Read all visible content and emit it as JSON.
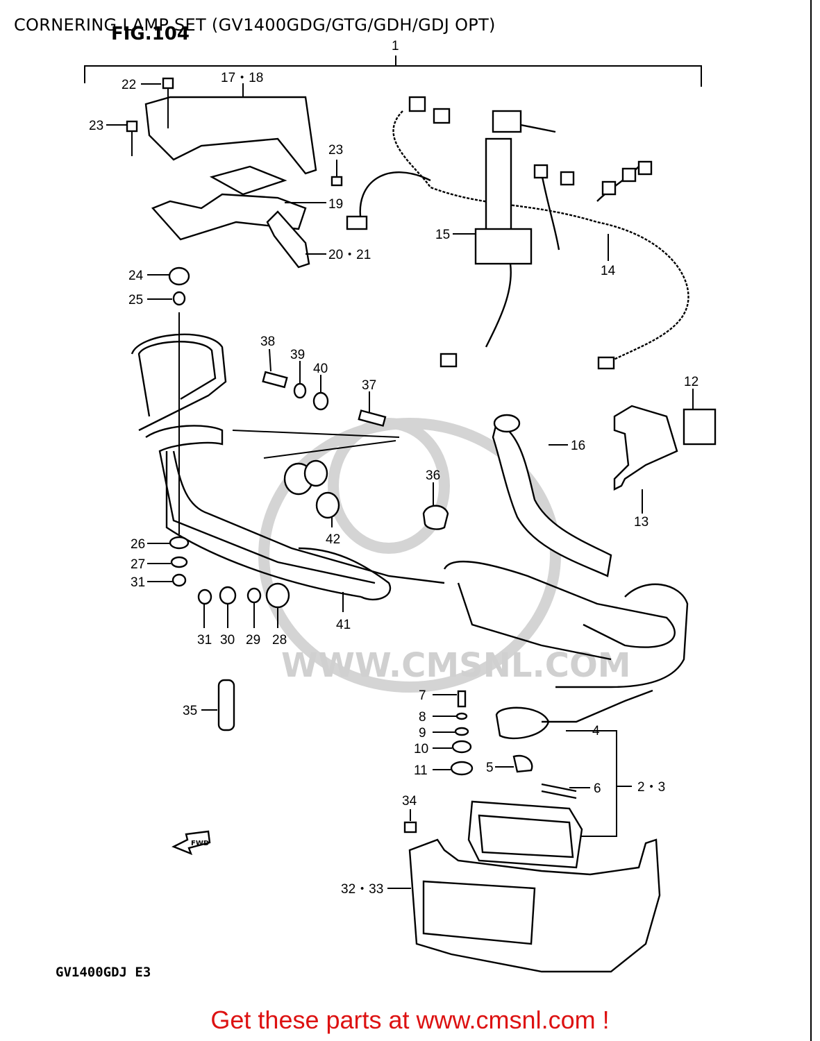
{
  "header": {
    "title": "CORNERING LAMP SET (GV1400GDG/GTG/GDH/GDJ OPT)",
    "fig_label": "FIG.104"
  },
  "callouts": {
    "c1": "1",
    "c2_3": "2・3",
    "c4": "4",
    "c5": "5",
    "c6": "6",
    "c7": "7",
    "c8": "8",
    "c9": "9",
    "c10": "10",
    "c11": "11",
    "c12": "12",
    "c13": "13",
    "c14": "14",
    "c15": "15",
    "c16": "16",
    "c17_18": "17・18",
    "c19": "19",
    "c20_21": "20・21",
    "c22": "22",
    "c23a": "23",
    "c23b": "23",
    "c24": "24",
    "c25": "25",
    "c26": "26",
    "c27": "27",
    "c28": "28",
    "c29": "29",
    "c30": "30",
    "c31a": "31",
    "c31b": "31",
    "c32_33": "32・33",
    "c34": "34",
    "c35": "35",
    "c36": "36",
    "c37": "37",
    "c38": "38",
    "c39": "39",
    "c40": "40",
    "c41": "41",
    "c42": "42"
  },
  "fwd_marker": "FWD",
  "watermark": "WWW.CMSNL.COM",
  "model_code": "GV1400GDJ  E3",
  "footer": {
    "cta": "Get these parts at www.cmsnl.com !"
  },
  "colors": {
    "cta": "#dd1111",
    "watermark": "#d0d0d0"
  }
}
